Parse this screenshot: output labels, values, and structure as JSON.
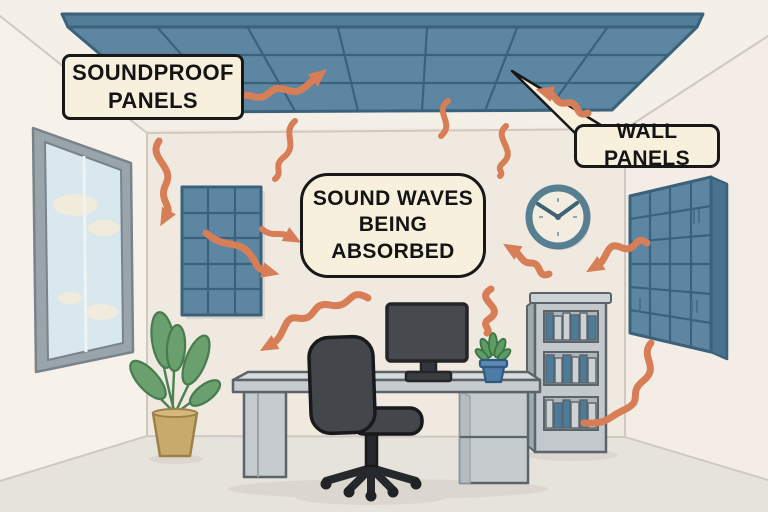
{
  "labels": {
    "soundproof": {
      "line1": "SOUNDPROOF",
      "line2": "PANELS"
    },
    "absorbed": {
      "line1": "SOUND WAVES",
      "line2": "BEING",
      "line3": "ABSORBED"
    },
    "wall": {
      "text": "WALL PANELS"
    }
  },
  "colors": {
    "bg_cream": "#f1ebe2",
    "ceiling_cream": "#f4efe7",
    "left_wall_cream": "#f6f1e9",
    "right_wall_cream": "#f3ede5",
    "back_wall_cream": "#f0e9e0",
    "floor_gray": "#e5e3dc",
    "edge_line": "#cfc9c0",
    "panel_blue": "#5d86a2",
    "panel_blue_dark": "#4a7390",
    "panel_line": "#3a627b",
    "arrow_orange": "#d87e56",
    "label_bg": "#f6f0dd",
    "label_border": "#181818",
    "label_text": "#141414",
    "window_frame": "#9aa5ab",
    "window_sky": "#d9e8ef",
    "cloud_cream": "#f1ebdb",
    "clock_ring": "#587e91",
    "clock_face": "#f2ede0",
    "clock_hand": "#3e6375",
    "desk_gray": "#c6ccce",
    "desk_top": "#d7dbdc",
    "desk_line": "#5b646b",
    "chair_dark": "#43474b",
    "chair_outline": "#17191b",
    "monitor_screen": "#46494d",
    "monitor_outline": "#232527",
    "book_blue": "#4d7c9b",
    "book_gray": "#ccd1d3",
    "shelf_gray": "#c2c8cb",
    "shelf_inner": "#aeb6ba",
    "plant_green": "#6aa06d",
    "plant_outline": "#477b50",
    "pot_tan": "#c9aa6d",
    "pot_tan_dark": "#9e8147",
    "pot_blue": "#4d7ca6",
    "desk_plant_green": "#5d9c62",
    "shadow": "#dbd7ce"
  }
}
